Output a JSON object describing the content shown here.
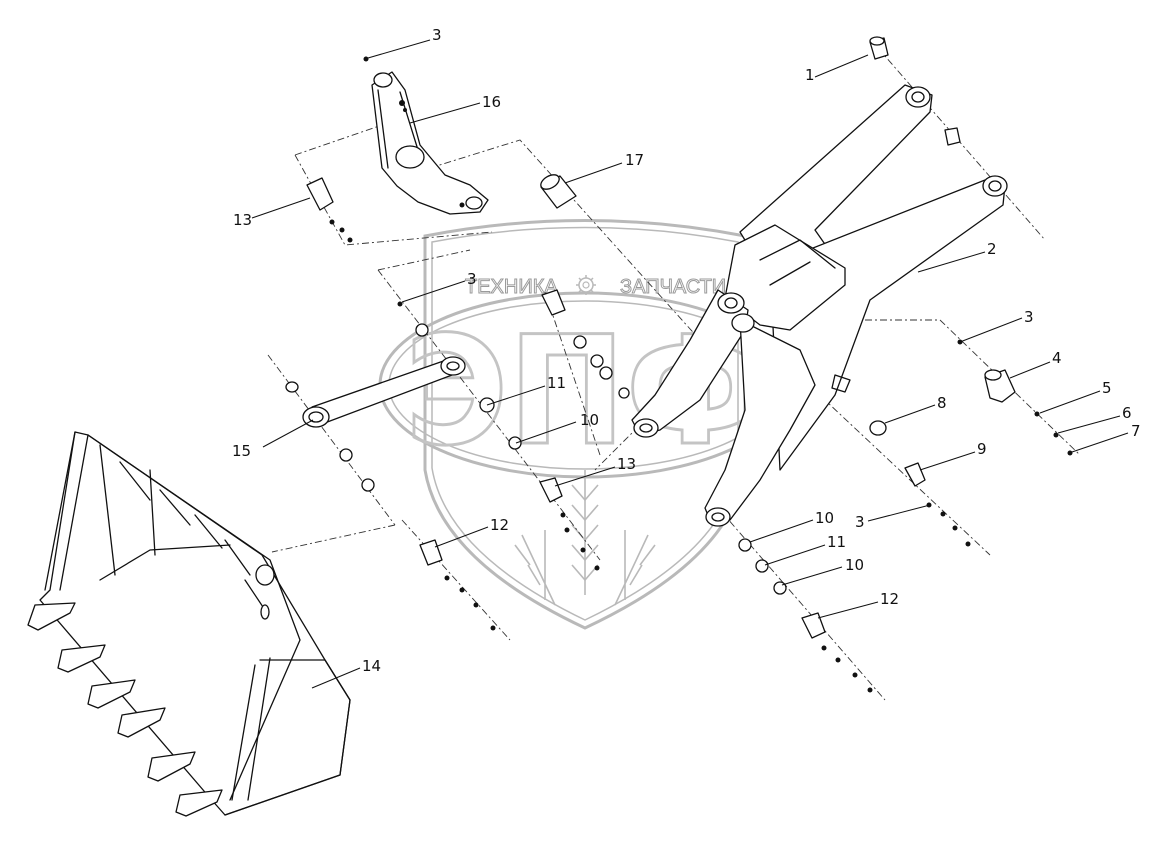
{
  "watermark": {
    "left_word": "ТЕХНИКА",
    "right_word": "ЗАПЧАСТИ",
    "big_letters": "ЭПФ"
  },
  "callouts": [
    {
      "id": "c1",
      "text": "1"
    },
    {
      "id": "c2",
      "text": "2"
    },
    {
      "id": "c3a",
      "text": "3"
    },
    {
      "id": "c3b",
      "text": "3"
    },
    {
      "id": "c3c",
      "text": "3"
    },
    {
      "id": "c3d",
      "text": "3"
    },
    {
      "id": "c4",
      "text": "4"
    },
    {
      "id": "c5",
      "text": "5"
    },
    {
      "id": "c6",
      "text": "6"
    },
    {
      "id": "c7",
      "text": "7"
    },
    {
      "id": "c8",
      "text": "8"
    },
    {
      "id": "c9",
      "text": "9"
    },
    {
      "id": "c10a",
      "text": "10"
    },
    {
      "id": "c10b",
      "text": "10"
    },
    {
      "id": "c10c",
      "text": "10"
    },
    {
      "id": "c11a",
      "text": "11"
    },
    {
      "id": "c11b",
      "text": "11"
    },
    {
      "id": "c12a",
      "text": "12"
    },
    {
      "id": "c12b",
      "text": "12"
    },
    {
      "id": "c13a",
      "text": "13"
    },
    {
      "id": "c13b",
      "text": "13"
    },
    {
      "id": "c14",
      "text": "14"
    },
    {
      "id": "c15",
      "text": "15"
    },
    {
      "id": "c16",
      "text": "16"
    },
    {
      "id": "c17",
      "text": "17"
    }
  ]
}
